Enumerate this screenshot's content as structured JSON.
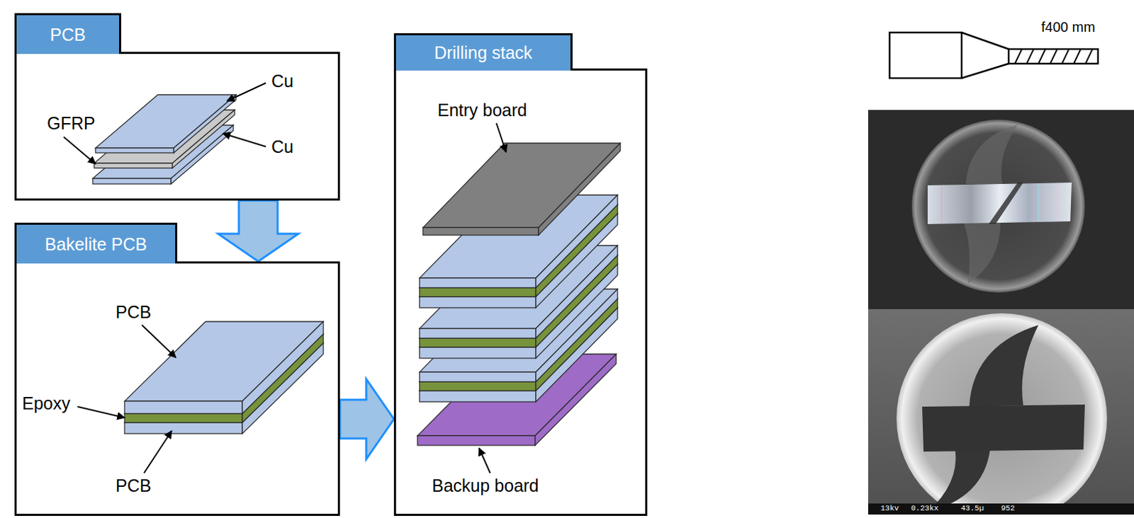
{
  "diagram": {
    "nodes": [
      {
        "text": [
          "PCB"
        ]
      },
      {
        "text": [
          "Bakelite PCB"
        ]
      },
      {
        "text": [
          "Drilling stack"
        ]
      }
    ],
    "edges": [
      {
        "from": 0,
        "to": 1,
        "arrow": "to"
      },
      {
        "from": 1,
        "to": 2,
        "arrow": "to"
      }
    ],
    "labels": [
      "Cu",
      "GFRP",
      "Cu",
      "PCB",
      "Epoxy",
      "PCB",
      "Entry board",
      "Backup board",
      "f400 mm",
      "13kv",
      "0.23kx",
      "43.5µ",
      "952"
    ]
  }
}
